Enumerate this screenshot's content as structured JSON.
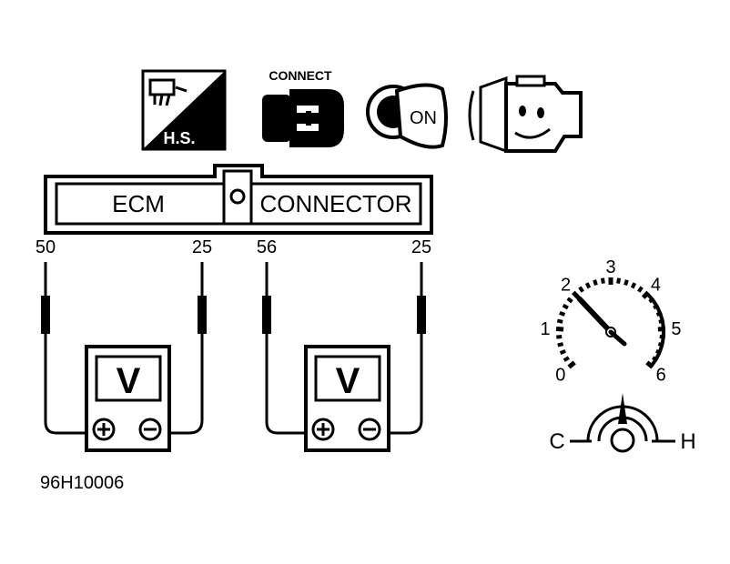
{
  "icons": {
    "hs_label": "H.S.",
    "connect_label": "CONNECT",
    "ignition_label": "ON"
  },
  "ecm": {
    "left_label": "ECM",
    "right_label": "CONNECTOR"
  },
  "pins": {
    "a": "50",
    "b": "25",
    "c": "56",
    "d": "25"
  },
  "meters": {
    "symbol": "V",
    "plus": "+",
    "minus": "−"
  },
  "tachometer": {
    "ticks": [
      "0",
      "1",
      "2",
      "3",
      "4",
      "5",
      "6"
    ],
    "needle_value": 2
  },
  "temp_gauge": {
    "cold": "C",
    "hot": "H"
  },
  "figure_id": "96H10006"
}
